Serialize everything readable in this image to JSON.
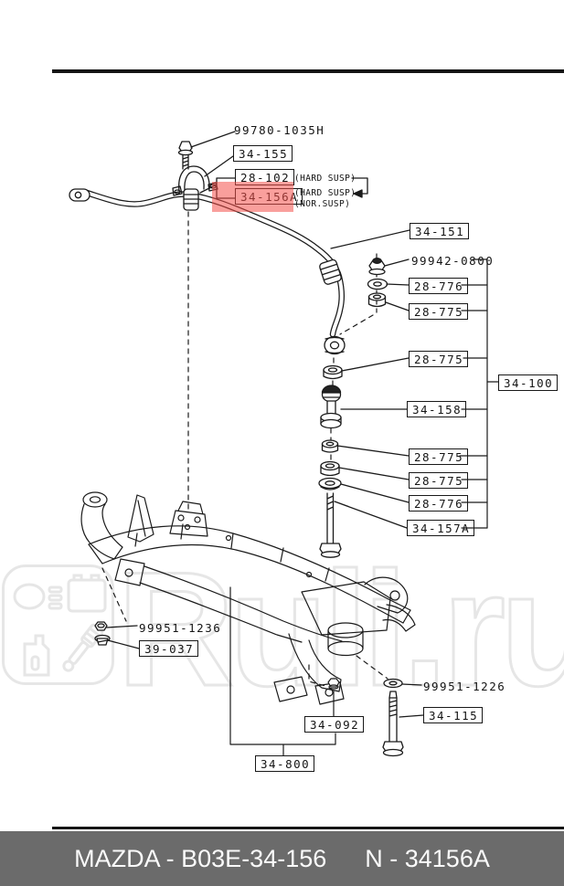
{
  "watermark": {
    "text": "Ruli.ru"
  },
  "footer": {
    "left": "MAZDA - B03E-34-156",
    "right": "N - 34156A"
  },
  "colors": {
    "highlight_red": "#f4504a",
    "footer_bar_gray": "#6b6b6b",
    "watermark_gray": "#e6e6e6",
    "line_black": "#1a1a1a"
  },
  "labels": {
    "l99780": {
      "text": "99780-1035H"
    },
    "l34155": {
      "text": "34-155"
    },
    "l28102": {
      "text": "28-102"
    },
    "l34156a": {
      "text": "34-156A"
    },
    "hard1": {
      "text": "(HARD SUSP)"
    },
    "hard2": {
      "text": "(HARD SUSP)"
    },
    "nor": {
      "text": "(NOR.SUSP)"
    },
    "l34151": {
      "text": "34-151"
    },
    "l99942": {
      "text": "99942-0800"
    },
    "l28776a": {
      "text": "28-776"
    },
    "l28775a": {
      "text": "28-775"
    },
    "l28775b": {
      "text": "28-775"
    },
    "l34100": {
      "text": "34-100"
    },
    "l34158": {
      "text": "34-158"
    },
    "l28775c": {
      "text": "28-775"
    },
    "l28775d": {
      "text": "28-775"
    },
    "l28776b": {
      "text": "28-776"
    },
    "l34157a": {
      "text": "34-157A"
    },
    "l99951_1236": {
      "text": "99951-1236"
    },
    "l39037": {
      "text": "39-037"
    },
    "l99951_1226": {
      "text": "99951-1226"
    },
    "l34115": {
      "text": "34-115"
    },
    "l34092": {
      "text": "34-092"
    },
    "l34800": {
      "text": "34-800"
    }
  }
}
